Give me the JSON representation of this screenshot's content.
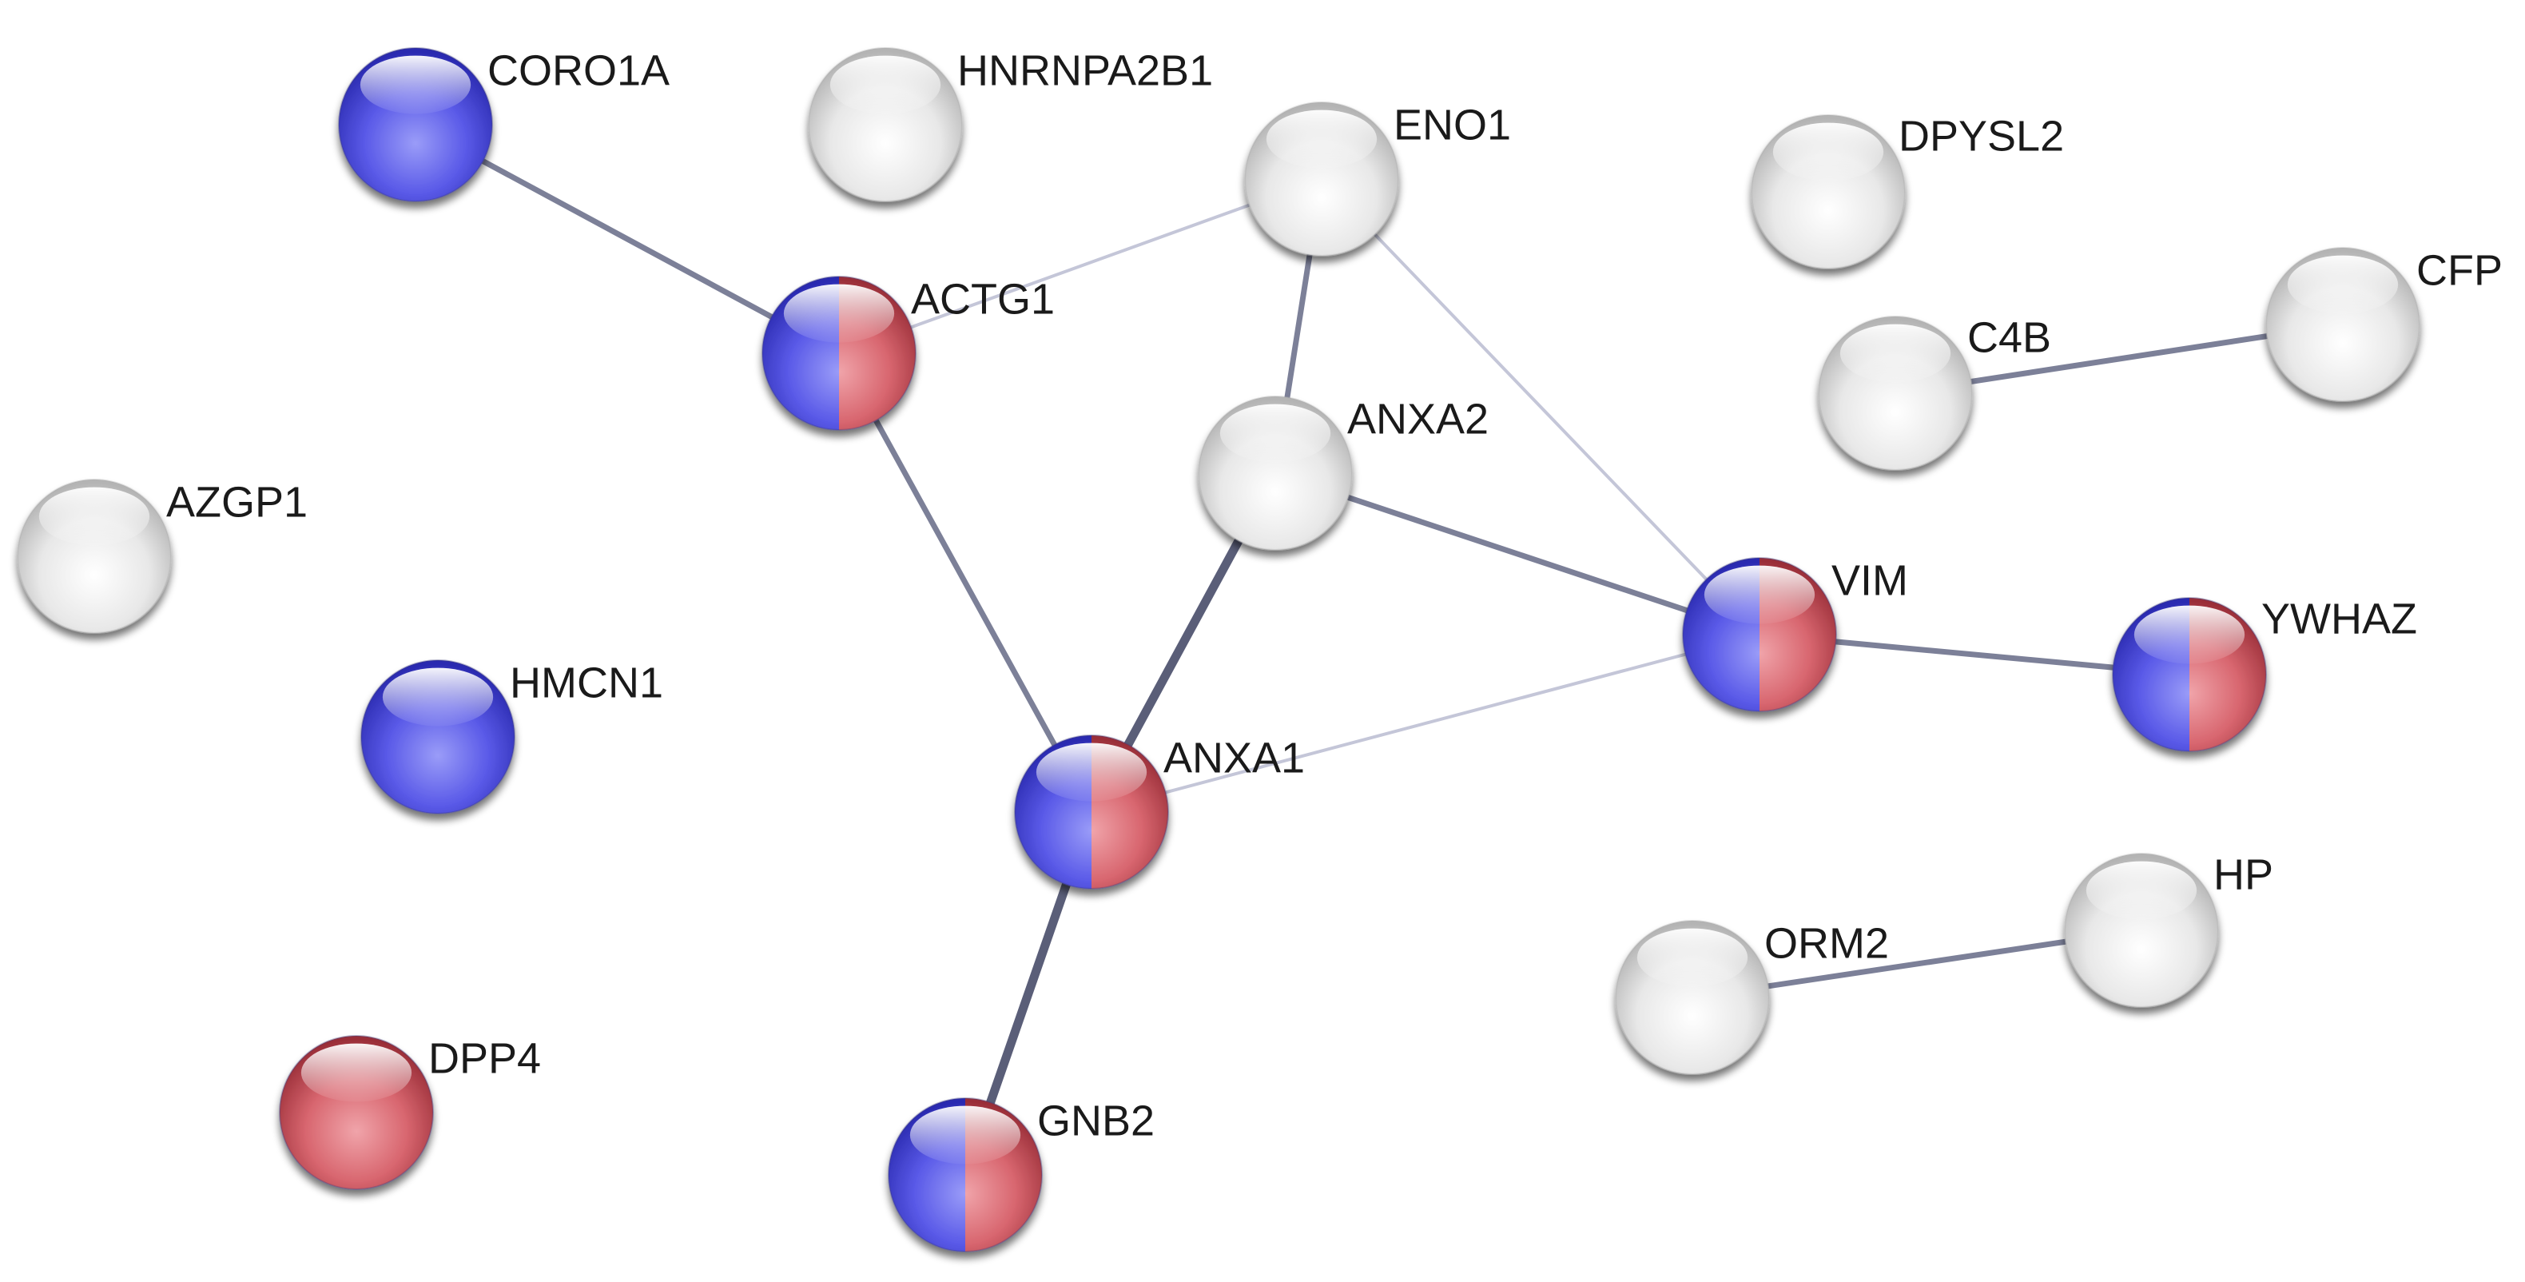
{
  "network": {
    "nodes": [
      {
        "id": "CORO1A",
        "label": "CORO1A",
        "coloring": "blue"
      },
      {
        "id": "HNRNPA2B1",
        "label": "HNRNPA2B1",
        "coloring": "gray"
      },
      {
        "id": "ENO1",
        "label": "ENO1",
        "coloring": "gray"
      },
      {
        "id": "DPYSL2",
        "label": "DPYSL2",
        "coloring": "gray"
      },
      {
        "id": "CFP",
        "label": "CFP",
        "coloring": "gray"
      },
      {
        "id": "C4B",
        "label": "C4B",
        "coloring": "gray"
      },
      {
        "id": "ACTG1",
        "label": "ACTG1",
        "coloring": "split"
      },
      {
        "id": "ANXA2",
        "label": "ANXA2",
        "coloring": "gray"
      },
      {
        "id": "AZGP1",
        "label": "AZGP1",
        "coloring": "gray"
      },
      {
        "id": "VIM",
        "label": "VIM",
        "coloring": "split"
      },
      {
        "id": "YWHAZ",
        "label": "YWHAZ",
        "coloring": "split"
      },
      {
        "id": "HMCN1",
        "label": "HMCN1",
        "coloring": "blue"
      },
      {
        "id": "ANXA1",
        "label": "ANXA1",
        "coloring": "split"
      },
      {
        "id": "HP",
        "label": "HP",
        "coloring": "gray"
      },
      {
        "id": "ORM2",
        "label": "ORM2",
        "coloring": "gray"
      },
      {
        "id": "DPP4",
        "label": "DPP4",
        "coloring": "red"
      },
      {
        "id": "GNB2",
        "label": "GNB2",
        "coloring": "split"
      }
    ],
    "edges": [
      {
        "source": "CORO1A",
        "target": "ACTG1",
        "strength": "medium"
      },
      {
        "source": "ACTG1",
        "target": "ENO1",
        "strength": "weak"
      },
      {
        "source": "ACTG1",
        "target": "ANXA1",
        "strength": "medium"
      },
      {
        "source": "ENO1",
        "target": "ANXA2",
        "strength": "medium"
      },
      {
        "source": "ENO1",
        "target": "VIM",
        "strength": "weak"
      },
      {
        "source": "ANXA2",
        "target": "ANXA1",
        "strength": "strong"
      },
      {
        "source": "ANXA2",
        "target": "VIM",
        "strength": "medium"
      },
      {
        "source": "ANXA1",
        "target": "VIM",
        "strength": "weak"
      },
      {
        "source": "ANXA1",
        "target": "GNB2",
        "strength": "strong"
      },
      {
        "source": "VIM",
        "target": "YWHAZ",
        "strength": "medium"
      },
      {
        "source": "C4B",
        "target": "CFP",
        "strength": "medium"
      },
      {
        "source": "ORM2",
        "target": "HP",
        "strength": "medium"
      }
    ]
  },
  "colors": {
    "blue": "#4747d6",
    "red": "#c24f59",
    "gray": "#d4d4d4",
    "edge": "#6f7490",
    "label": "#1a1a1a"
  }
}
